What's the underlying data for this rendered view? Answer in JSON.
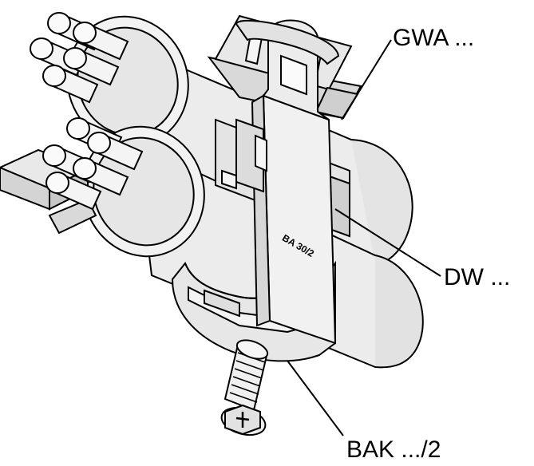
{
  "callouts": {
    "gwa": "GWA ...",
    "dw": "DW ...",
    "bak": "BAK .../2"
  },
  "clamp_stamp": "BA 30/2",
  "colors": {
    "background": "#ffffff",
    "line": "#000000",
    "face": "#e9e9e9",
    "shade": "#cfcfcf"
  }
}
